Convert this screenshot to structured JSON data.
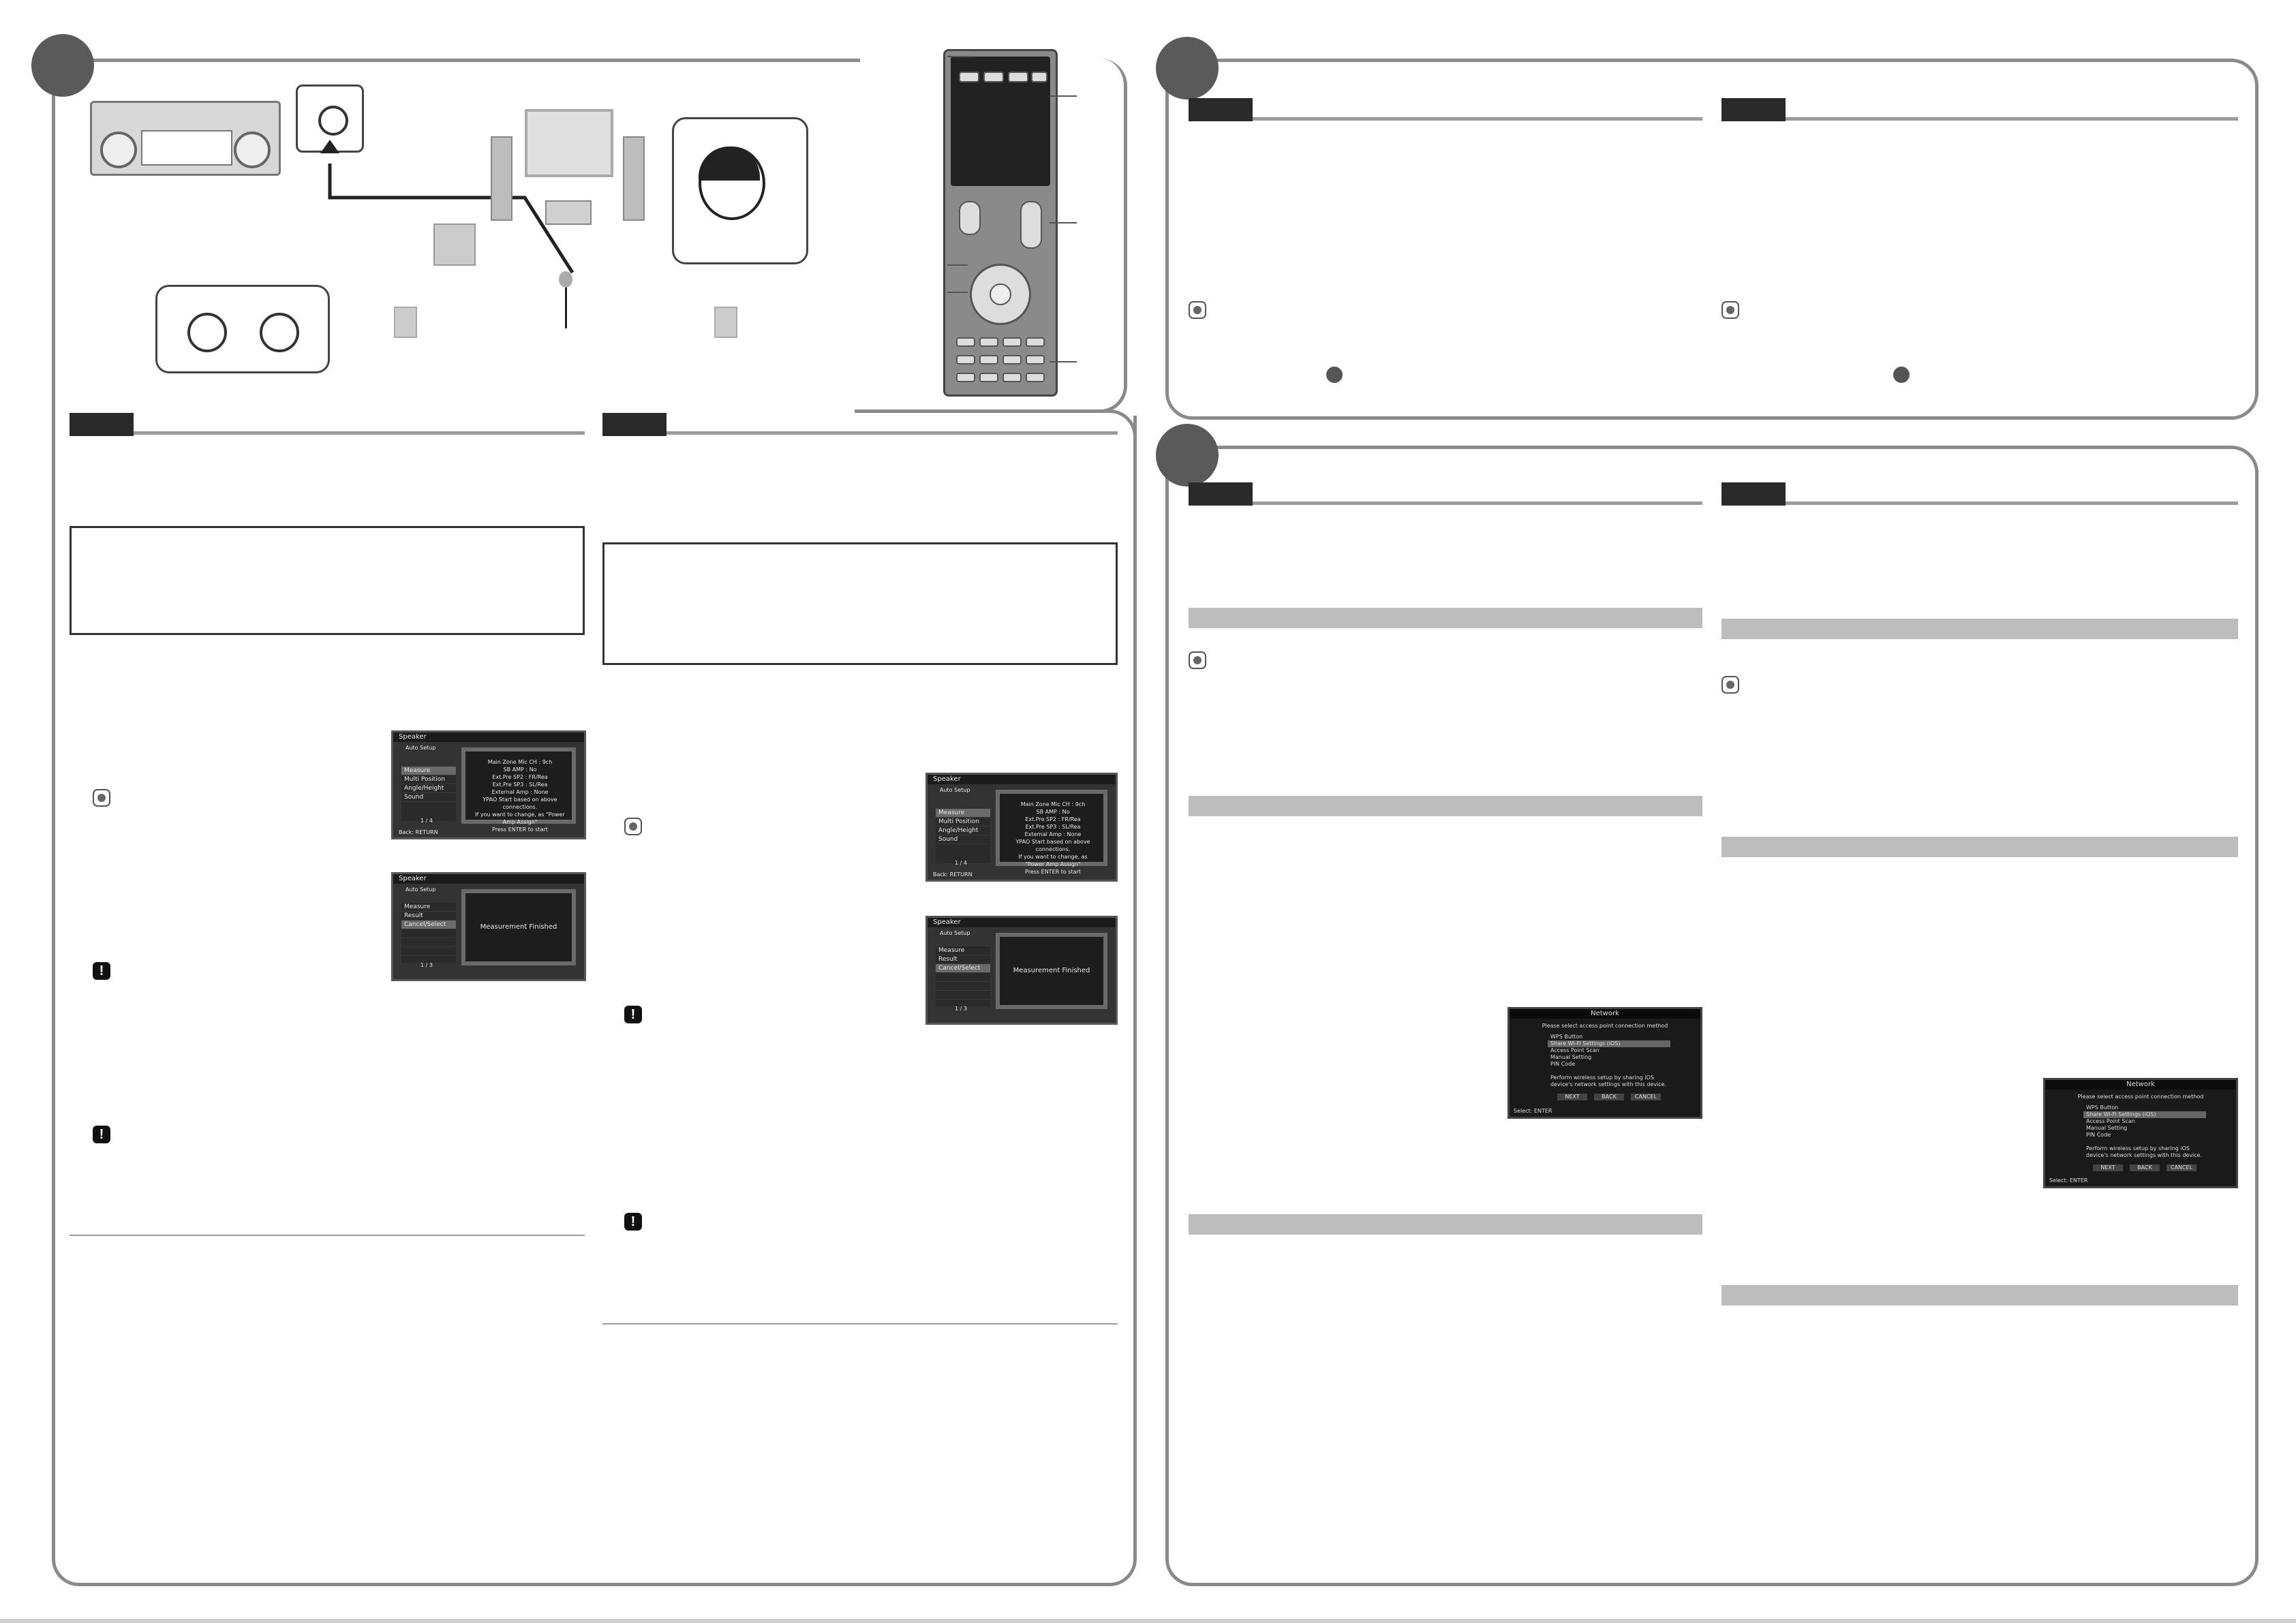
{
  "panels": {
    "left": {
      "tab_a": "",
      "tab_b": ""
    },
    "top_right": {
      "tab_a": "",
      "tab_b": ""
    },
    "bottom_right": {
      "tab_a": "",
      "tab_b": ""
    }
  },
  "screens": {
    "auto_setup": {
      "title": "Speaker",
      "heading": "Auto Setup",
      "menu": [
        "Measure",
        "Multi Position",
        "Angle/Height",
        "Sound"
      ],
      "lines": [
        "Main Zone Mic CH : 9ch",
        "SB AMP : No",
        "Ext.Pre SP2 : FR/Rea",
        "Ext.Pre SP3 : SL/Rea",
        "External Amp : None",
        "",
        "YPAO Start based on above connections.",
        "If you want to change, as \"Power Amp Assign\"",
        "Press ENTER to start"
      ],
      "page": "1 / 4",
      "footer": "Back: RETURN"
    },
    "measurement_finished": {
      "title": "Speaker",
      "heading": "Auto Setup",
      "menu": [
        "Measure",
        "Result",
        "Cancel/Select"
      ],
      "message": "Measurement Finished",
      "page": "1 / 3"
    },
    "network": {
      "title": "Network",
      "prompt": "Please select access point connection method",
      "options": [
        "WPS Button",
        "Share Wi-Fi Settings (iOS)",
        "Access Point Scan",
        "Manual Setting",
        "PIN Code"
      ],
      "selected_option": 1,
      "description": "Perform wireless setup by sharing iOS device's network settings with this device.",
      "buttons": [
        "NEXT",
        "BACK",
        "CANCEL"
      ],
      "footer": "Select: ENTER"
    }
  },
  "icons": {
    "tip": "tip-icon",
    "caution": "caution-icon",
    "caution_glyph": "!",
    "dot": "step-dot-icon"
  }
}
